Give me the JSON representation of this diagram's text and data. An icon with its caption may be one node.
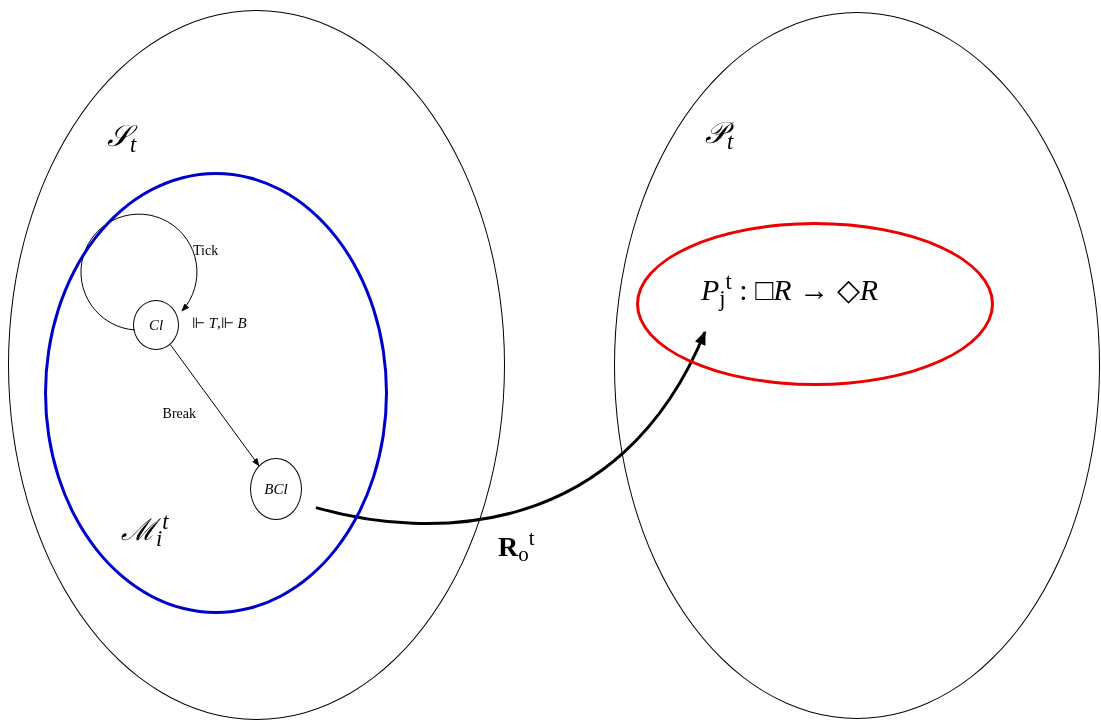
{
  "diagram": {
    "nodes": [
      {
        "text": [
          "𝒮$_{t}$"
        ]
      },
      {
        "text": [
          "ℳ$_{i}$$^{t}$"
        ],
        "in": 0
      },
      {
        "text": [
          "Cl"
        ],
        "in": 1,
        "beside": [
          "⊩ *T*,⊩ *B*"
        ]
      },
      {
        "text": [
          "BCl"
        ],
        "in": 1
      },
      {
        "text": [
          "𝒫$_{t}$"
        ]
      },
      {
        "text": [
          "*P*$_{j}$$^{t}$ : □*R* → ◇*R*"
        ],
        "in": 4
      }
    ],
    "edges": [
      {
        "from": 2,
        "to": 2,
        "arrow": "to",
        "label": "Tick"
      },
      {
        "from": 2,
        "to": 3,
        "arrow": "to",
        "label": "Break"
      },
      {
        "from": 3,
        "to": 5,
        "arrow": "to",
        "style": "thick",
        "label": "**R**$_{o}$$^{t}$"
      }
    ]
  }
}
